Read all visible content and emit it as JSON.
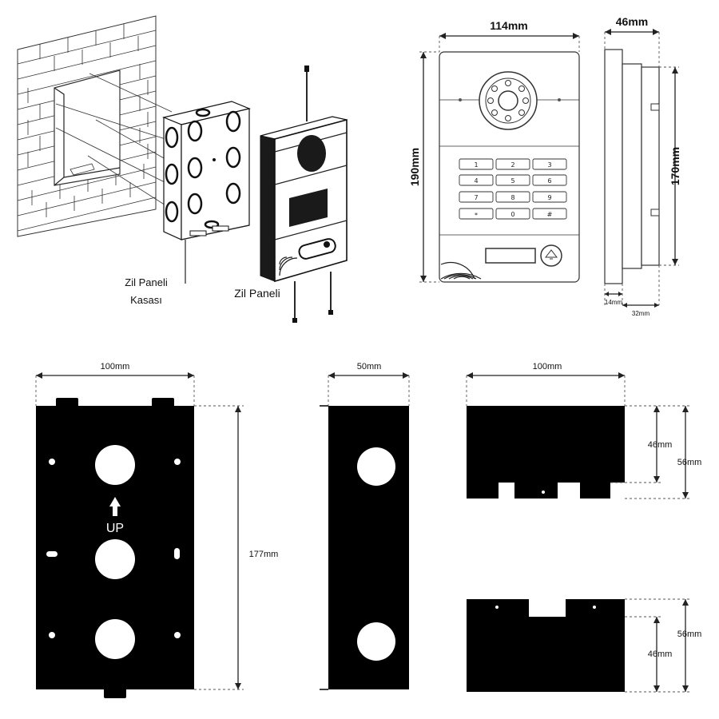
{
  "labels": {
    "box_label_line1": "Zil Paneli",
    "box_label_line2": "Kasası",
    "panel_label": "Zil Paneli",
    "up_label": "UP"
  },
  "dimensions": {
    "front_width": "114mm",
    "front_height": "190mm",
    "side_depth": "46mm",
    "side_height": "170mm",
    "side_14": "14mm",
    "side_32": "32mm",
    "back_width": "100mm",
    "back_height": "177mm",
    "side_plate_width": "50mm",
    "top_plate_width": "100mm",
    "top_plate_46": "46mm",
    "top_plate_56": "56mm",
    "bottom_plate_56": "56mm",
    "bottom_plate_46": "46mm"
  },
  "keypad": [
    "1",
    "2",
    "3",
    "4",
    "5",
    "6",
    "7",
    "8",
    "9",
    "*",
    "0",
    "#"
  ]
}
